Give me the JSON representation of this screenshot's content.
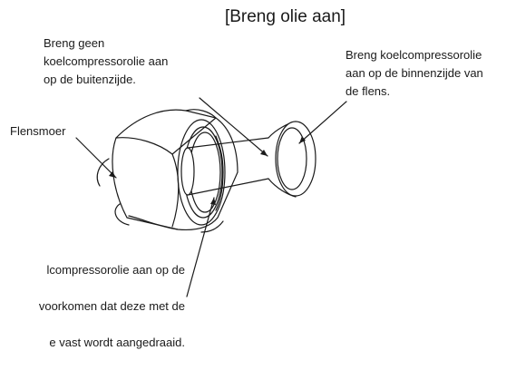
{
  "title": "[Breng olie aan]",
  "labels": {
    "outside": "Breng geen\nkoelcompressorolie aan\nop de buitenzijde.",
    "inside": "Breng koelcompressorolie\naan op de binnenzijde van\nde flens.",
    "flare_nut": "Flensmoer",
    "bottom_lines": [
      "lcompressorolie aan op de",
      "voorkomen dat deze met de",
      "e vast wordt aangedraaid."
    ]
  },
  "colors": {
    "line": "#1a1a1a",
    "background": "#ffffff"
  }
}
